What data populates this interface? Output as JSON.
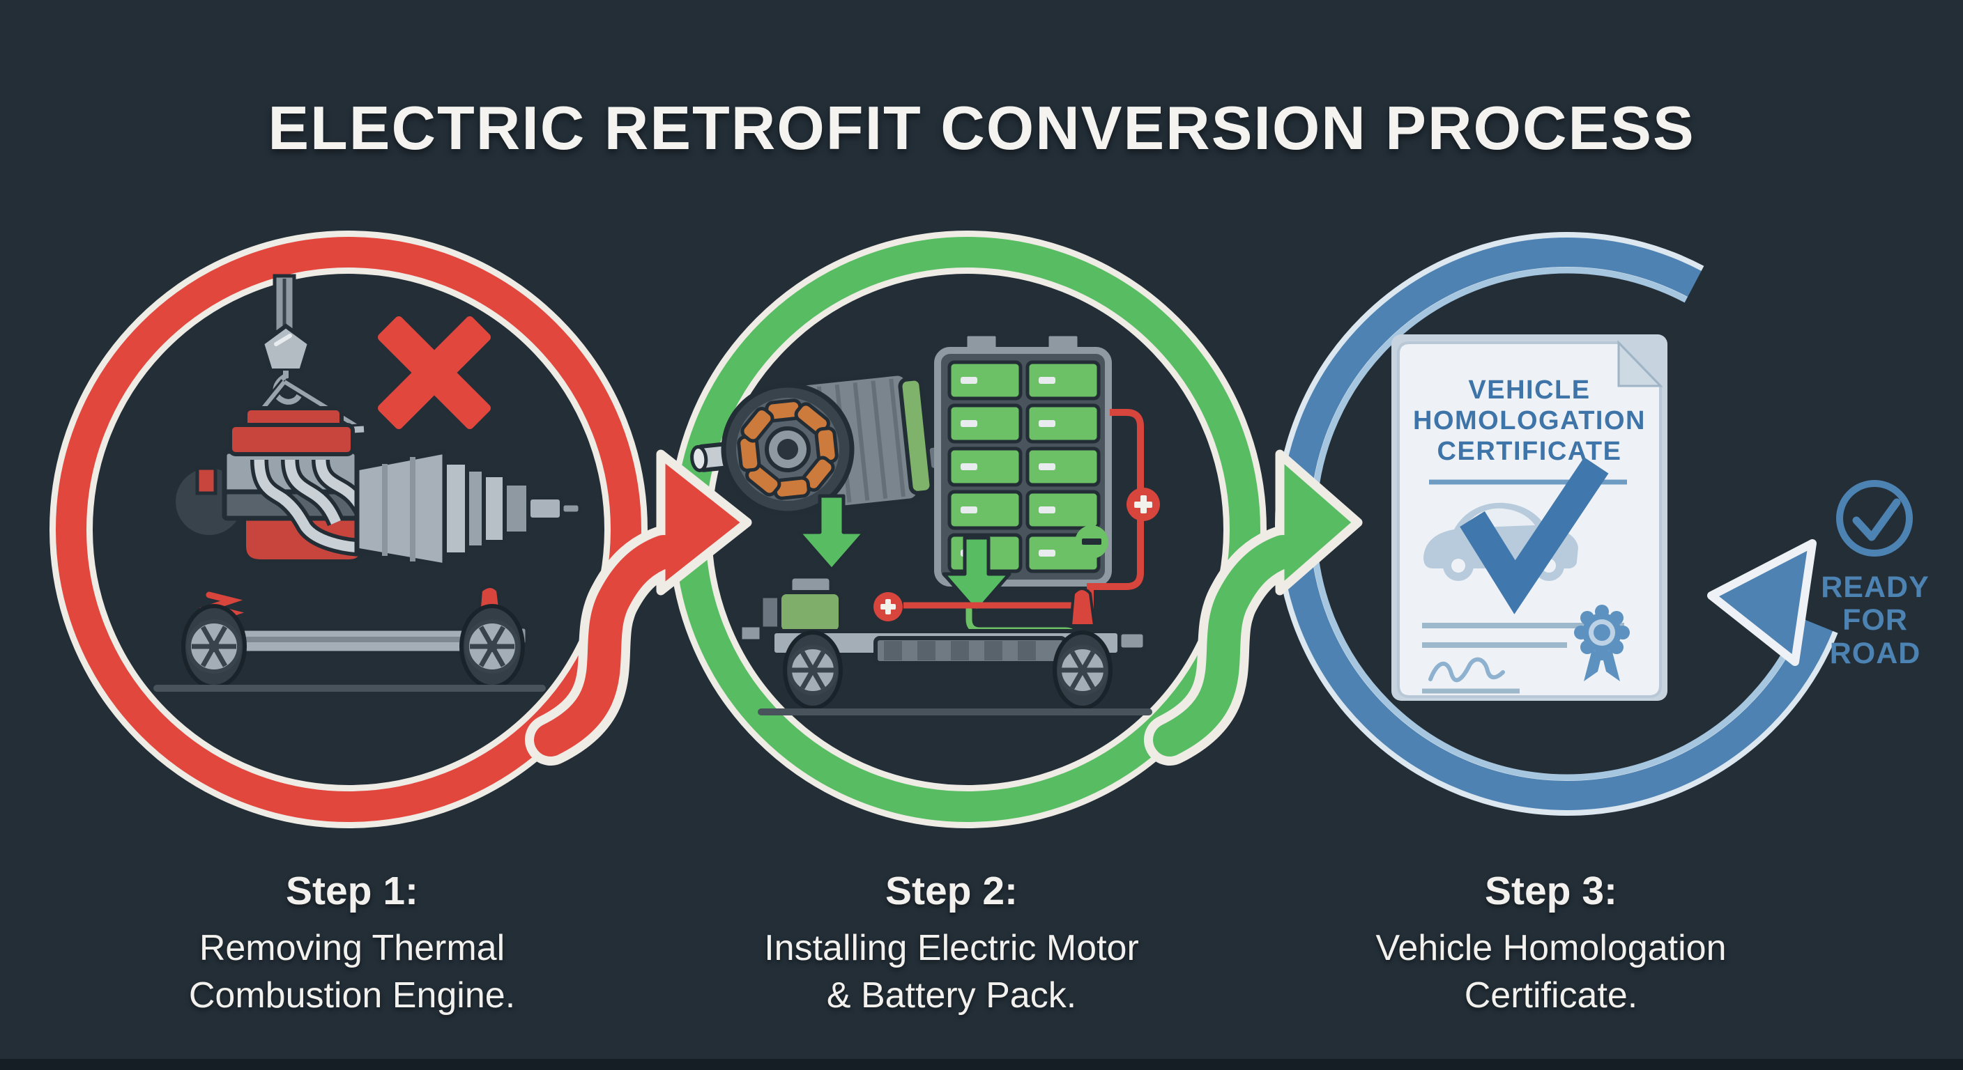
{
  "title": "ELECTRIC RETROFIT CONVERSION PROCESS",
  "steps": [
    {
      "label": "Step 1:",
      "line1": "Removing Thermal",
      "line2": "Combustion Engine."
    },
    {
      "label": "Step 2:",
      "line1": "Installing Electric Motor",
      "line2": "& Battery Pack."
    },
    {
      "label": "Step 3:",
      "line1": "Vehicle Homologation",
      "line2": "Certificate."
    }
  ],
  "certificate": {
    "title_line1": "VEHICLE",
    "title_line2": "HOMOLOGATION",
    "title_line3": "CERTIFICATE"
  },
  "ready_badge": {
    "line1": "READY",
    "line2": "FOR",
    "line3": "ROAD"
  },
  "colors": {
    "background": "#232e37",
    "ring_red": "#e2473e",
    "ring_green": "#58bd62",
    "ring_blue": "#4d82b2",
    "casing_white": "#efece6",
    "ready_blue": "#4d83b3",
    "cert_blue": "#3f74a8",
    "battery_green": "#6cc065",
    "copper": "#cd7a3d",
    "wire_red": "#d7453d"
  }
}
